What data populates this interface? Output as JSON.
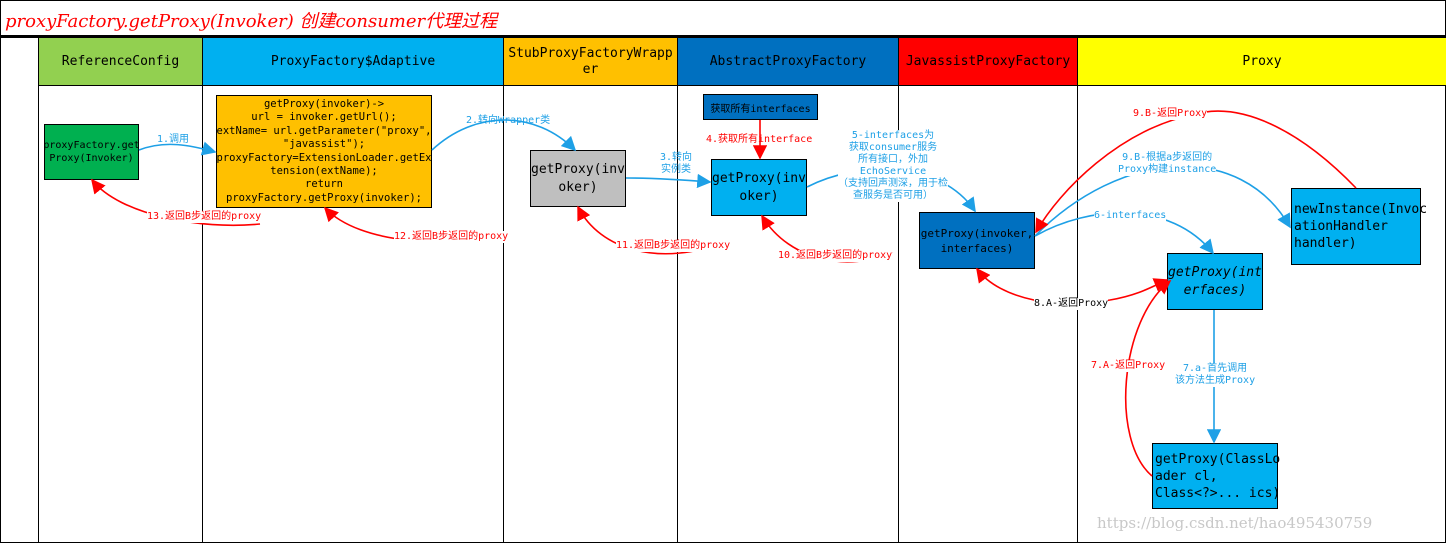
{
  "title": "proxyFactory.getProxy(Invoker) 创建consumer代理过程",
  "lanes": [
    {
      "label": "ReferenceConfig",
      "color": "#92d050"
    },
    {
      "label": "ProxyFactory$Adaptive",
      "color": "#00b0f0"
    },
    {
      "label": "StubProxyFactoryWrapper",
      "color": "#ffc000"
    },
    {
      "label": "AbstractProxyFactory",
      "color": "#0070c0"
    },
    {
      "label": "JavassistProxyFactory",
      "color": "#ff0000"
    },
    {
      "label": "Proxy",
      "color": "#ffff00"
    }
  ],
  "boxes": {
    "ref_getproxy": "proxyFactory.get\nProxy(Invoker)",
    "adaptive_code": "getProxy(invoker)->\nurl = invoker.getUrl();\nextName= url.getParameter(\"proxy\",\n\"javassist\");\nproxyFactory=ExtensionLoader.getEx\ntension(extName);\nreturn\nproxyFactory.getProxy(invoker);",
    "stub_getproxy": "getProxy(inv\noker)",
    "get_interfaces": "获取所有interfaces",
    "abstract_getproxy": "getProxy(inv\noker)",
    "javassist_getproxy": "getProxy(invoker,\ninterfaces)",
    "proxy_getproxy": "getProxy(int\nerfaces)",
    "new_instance": "newInstance(Invoc\nationHandler\nhandler)",
    "proxy_getproxy_classloader": "getProxy(ClassLo\nader cl,\nClass<?>... ics)"
  },
  "labels": {
    "l1": "1.调用",
    "l2": "2.转向Wrapper类",
    "l3": "3.转向\n实例类",
    "l4": "4.获取所有interface",
    "l5": "5-interfaces为\n获取consumer服务\n所有接口，外加\nEchoService\n（支持回声测深，用于检\n查服务是否可用）",
    "l6": "6-interfaces",
    "l7a": "7.a-首先调用\n该方法生成Proxy",
    "l7": "7.A-返回Proxy",
    "l8": "8.A-返回Proxy",
    "l9b_build": "9.B-根据a步返回的\nProxy构建instance",
    "l9b_return": "9.B-返回Proxy",
    "l10": "10.返回B步返回的proxy",
    "l11": "11.返回B步返回的proxy",
    "l12": "12.返回B步返回的proxy",
    "l13": "13.返回B步返回的proxy"
  },
  "colors": {
    "blue_arrow": "#1ea0e6",
    "red_arrow": "#ff0000"
  },
  "watermark": "https://blog.csdn.net/hao495430759"
}
